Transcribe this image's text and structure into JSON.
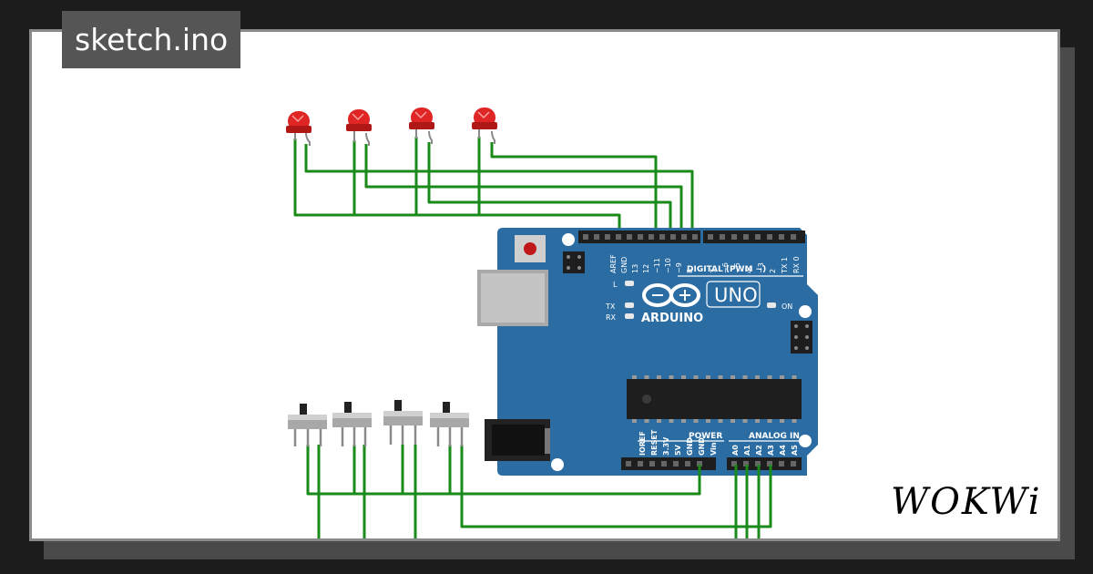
{
  "header": {
    "title": "sketch.ino"
  },
  "brand": {
    "logo_text": "WOKWi"
  },
  "board": {
    "logo_text": "ARDUINO",
    "model": "UNO",
    "on_label": "ON",
    "l_label": "L",
    "tx_label": "TX",
    "rx_label": "RX",
    "digital_label": "DIGITAL (PWM ~)",
    "power_label": "POWER",
    "analog_label": "ANALOG IN",
    "digital_pins_left": [
      "AREF",
      "GND",
      "13",
      "12",
      "~11",
      "~10",
      "~9",
      "8"
    ],
    "digital_pins_right": [
      "7",
      "~6",
      "~5",
      "4",
      "~3",
      "2",
      "TX 1",
      "RX 0"
    ],
    "power_pins": [
      "IOREF",
      "RESET",
      "3.3V",
      "5V",
      "GND",
      "GND",
      "Vin"
    ],
    "analog_pins": [
      "A0",
      "A1",
      "A2",
      "A3",
      "A4",
      "A5"
    ]
  },
  "components": {
    "leds": [
      {
        "color": "#e02525"
      },
      {
        "color": "#e02525"
      },
      {
        "color": "#e02525"
      },
      {
        "color": "#e02525"
      }
    ],
    "switches": [
      {
        "id": "sw1"
      },
      {
        "id": "sw2"
      },
      {
        "id": "sw3"
      },
      {
        "id": "sw4"
      }
    ]
  },
  "colors": {
    "board": "#2b6ca3",
    "wire": "#1a8a1a",
    "led": "#e02525",
    "background": "#ffffff"
  }
}
